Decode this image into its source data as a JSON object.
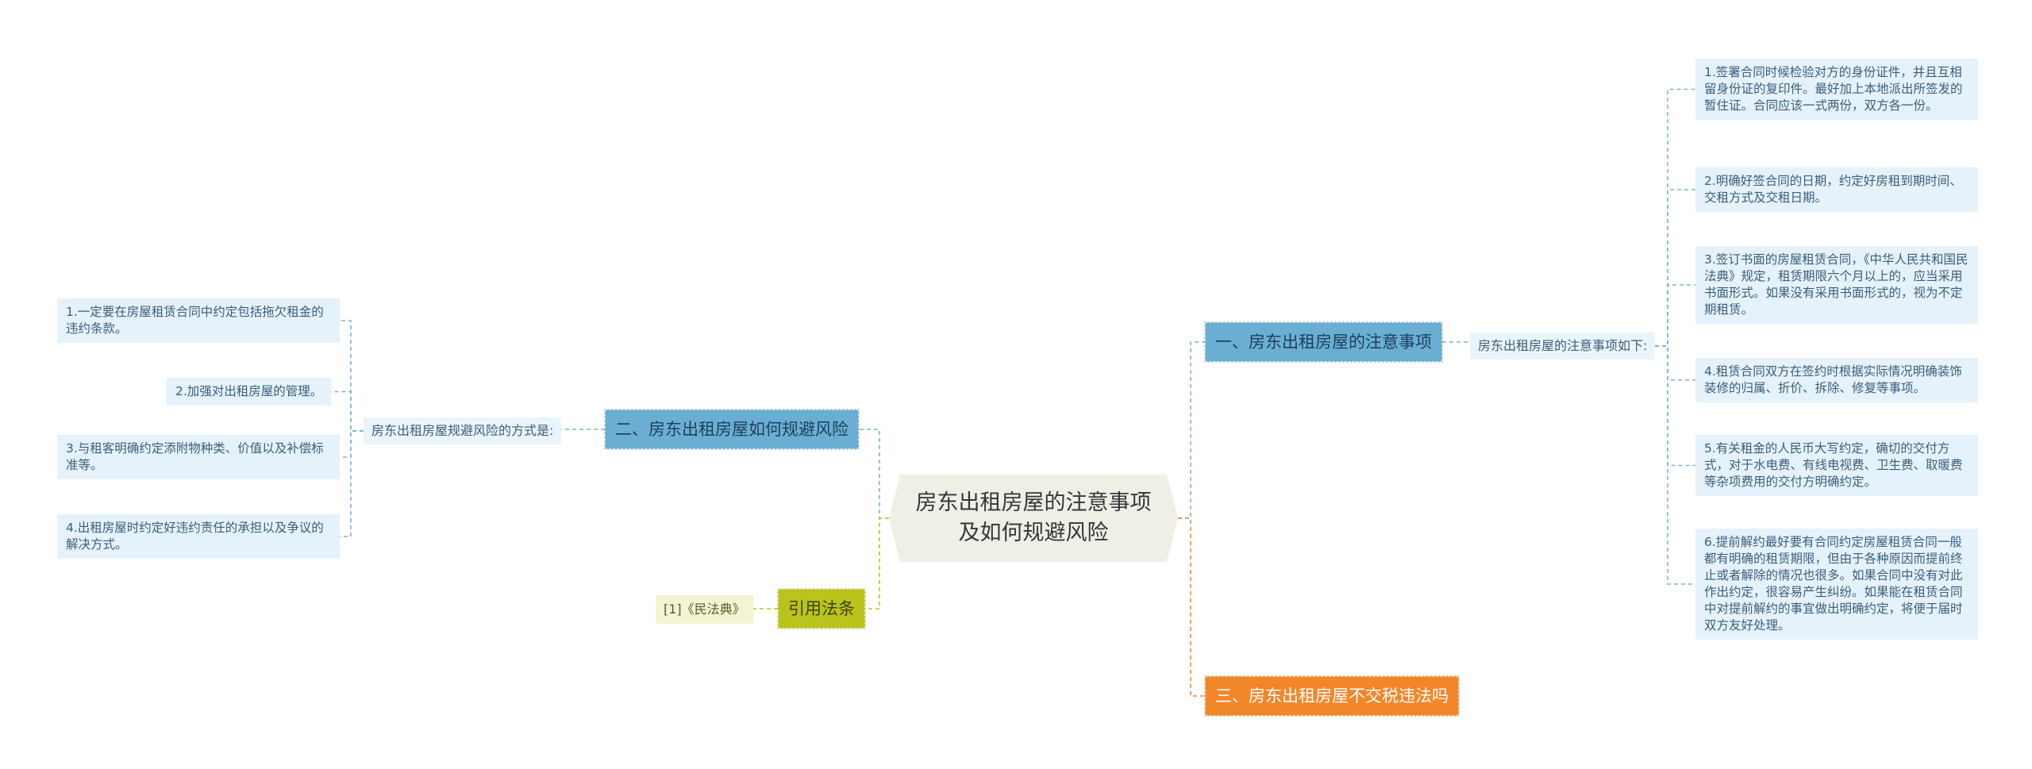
{
  "root": {
    "label": "房东出租房屋的注意事项及如何规避风险"
  },
  "branches": {
    "b1": {
      "label": "一、房东出租房屋的注意事项",
      "summary": "房东出租房屋的注意事项如下:",
      "items": [
        "1.签署合同时候检验对方的身份证件，并且互相留身份证的复印件。最好加上本地派出所签发的暂住证。合同应该一式两份，双方各一份。",
        "2.明确好签合同的日期，约定好房租到期时间、交租方式及交租日期。",
        "3.签订书面的房屋租赁合同，《中华人民共和国民法典》规定，租赁期限六个月以上的，应当采用书面形式。如果没有采用书面形式的，视为不定期租赁。",
        "4.租赁合同双方在签约时根据实际情况明确装饰装修的归属、折价、拆除、修复等事项。",
        "5.有关租金的人民币大写约定，确切的交付方式，对于水电费、有线电视费、卫生费、取暖费等杂项费用的交付方明确约定。",
        "6.提前解约最好要有合同约定房屋租赁合同一般都有明确的租赁期限，但由于各种原因而提前终止或者解除的情况也很多。如果合同中没有对此作出约定，很容易产生纠纷。如果能在租赁合同中对提前解约的事宜做出明确约定，将便于届时双方友好处理。"
      ]
    },
    "b2": {
      "label": "二、房东出租房屋如何规避风险",
      "summary": "房东出租房屋规避风险的方式是:",
      "items": [
        "1.一定要在房屋租赁合同中约定包括拖欠租金的违约条款。",
        "2.加强对出租房屋的管理。",
        "3.与租客明确约定添附物种类、价值以及补偿标准等。",
        "4.出租房屋时约定好违约责任的承担以及争议的解决方式。"
      ]
    },
    "b3": {
      "label": "三、房东出租房屋不交税违法吗"
    },
    "b4": {
      "label": "引用法条",
      "ref": "[1]《民法典》"
    }
  },
  "colors": {
    "blue_branch": "#6aaed3",
    "orange_branch": "#f2872a",
    "olive_branch": "#b9c31c",
    "leaf_fill": "#e6f2fb",
    "ref_fill": "#f3f4d3",
    "root_fill": "#f0efe6"
  }
}
